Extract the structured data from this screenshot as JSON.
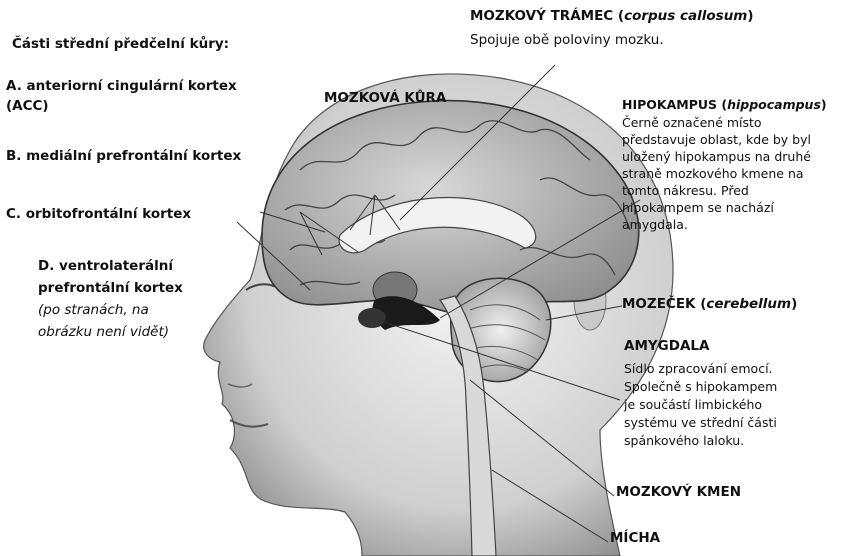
{
  "left_title": "Části střední předčelní kůry:",
  "acc_line1": "A. anteriorní cingulární kortex",
  "acc_line2": "(ACC)",
  "mozkova_kura": "MOZKOVÁ KŮRA",
  "mpfc": "B. mediální prefrontální kortex",
  "ofc": "C. orbitofrontální kortex",
  "vlpfc_line1": "D. ventrolaterální",
  "vlpfc_line2": "prefrontální kortex",
  "vlpfc_note1": "(po stranách, na",
  "vlpfc_note2": "obrázku není vidět)",
  "cc_title": "MOZKOVÝ TRÁMEC (",
  "cc_latin": "corpus callosum",
  "cc_close": ")",
  "cc_desc": "Spojuje obě poloviny mozku.",
  "hipp_title": "HIPOKAMPUS (",
  "hipp_latin": "hippocampus",
  "hipp_close": ")",
  "hipp_desc": [
    "Černě označené místo",
    "představuje oblast, kde by byl",
    "uložený hipokampus na druhé",
    "straně mozkového kmene na",
    "tomto nákresu. Před",
    "hipokampem se nachází",
    "amygdala."
  ],
  "cerebellum_title": "MOZEČEK (",
  "cerebellum_latin": "cerebellum",
  "cerebellum_close": ")",
  "amygdala_title": "AMYGDALA",
  "amygdala_desc": [
    "Sídlo zpracování emocí.",
    "Společně s hipokampem",
    "je součástí limbického",
    "systému ve střední části",
    "spánkového laloku."
  ],
  "brainstem": "MOZKOVÝ KMEN",
  "spinal_cord": "MÍCHA",
  "colors": {
    "skin_light": "#e6e6e6",
    "skin_dark": "#9a9a9a",
    "brain": "#bdbdbd",
    "label_text": "#111111",
    "leader_line": "#333333"
  }
}
